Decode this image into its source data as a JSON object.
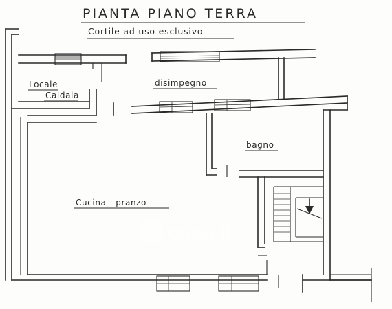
{
  "title": "PIANTA PIANO TERRA",
  "subtitle": "Cortile ad uso esclusivo",
  "rooms": {
    "locale": "Locale",
    "caldaia": "Caldaia",
    "disimpegno": "disimpegno",
    "bagno": "bagno",
    "cucina": "Cucina - pranzo"
  },
  "watermark": "casa.it",
  "colors": {
    "ink": "#2a2a2a",
    "paper": "#fdfdfb"
  }
}
